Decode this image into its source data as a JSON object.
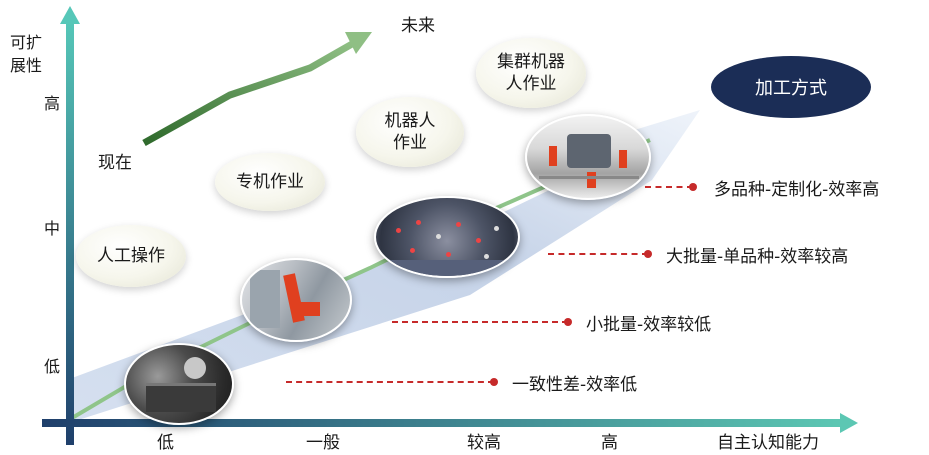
{
  "y_axis": {
    "title_line1": "可扩",
    "title_line2": "展性",
    "ticks": [
      "高",
      "中",
      "低"
    ]
  },
  "x_axis": {
    "title": "自主认知能力",
    "ticks": [
      "低",
      "一般",
      "较高",
      "高"
    ]
  },
  "trend": {
    "start_label": "现在",
    "end_label": "未来"
  },
  "badge": {
    "label": "加工方式"
  },
  "stages": [
    {
      "line1": "人工操作",
      "line2": ""
    },
    {
      "line1": "专机作业",
      "line2": ""
    },
    {
      "line1": "机器人",
      "line2": "作业"
    },
    {
      "line1": "集群机器",
      "line2": "人作业"
    }
  ],
  "characteristics": [
    "一致性差-效率低",
    "小批量-效率较低",
    "大批量-单品种-效率较高",
    "多品种-定制化-效率高"
  ],
  "colors": {
    "axis": "#1f3f6b",
    "trend": "#3f7a3a",
    "badge": "#1b2d56",
    "dash": "#c62a2a",
    "band": "#c9d6ea"
  }
}
